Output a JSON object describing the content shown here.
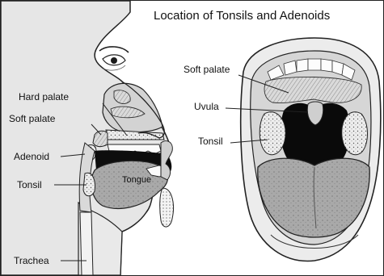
{
  "diagram": {
    "title": "Location of Tonsils and Adenoids",
    "side_view": {
      "labels": {
        "hard_palate": "Hard palate",
        "soft_palate": "Soft palate",
        "adenoid": "Adenoid",
        "tonsil": "Tonsil",
        "tongue": "Tongue",
        "trachea": "Trachea"
      }
    },
    "front_view": {
      "labels": {
        "soft_palate": "Soft palate",
        "uvula": "Uvula",
        "tonsil": "Tonsil"
      }
    }
  }
}
